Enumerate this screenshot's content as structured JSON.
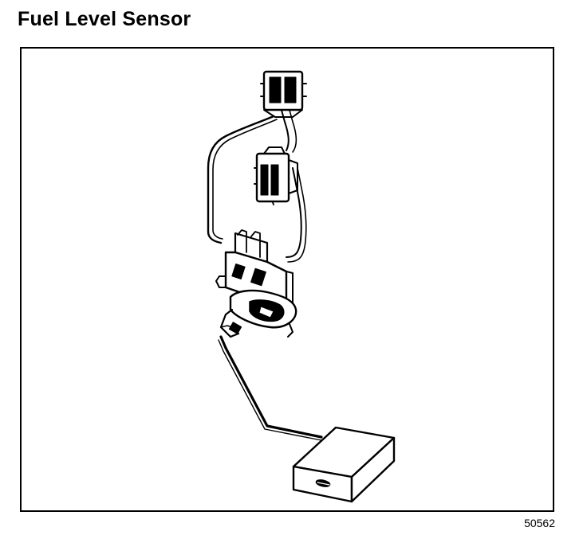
{
  "page": {
    "title": "Fuel Level Sensor"
  },
  "figure": {
    "number": "50562",
    "subject": "fuel-level-sensor-assembly",
    "stroke_color": "#000000",
    "background_color": "#ffffff"
  }
}
